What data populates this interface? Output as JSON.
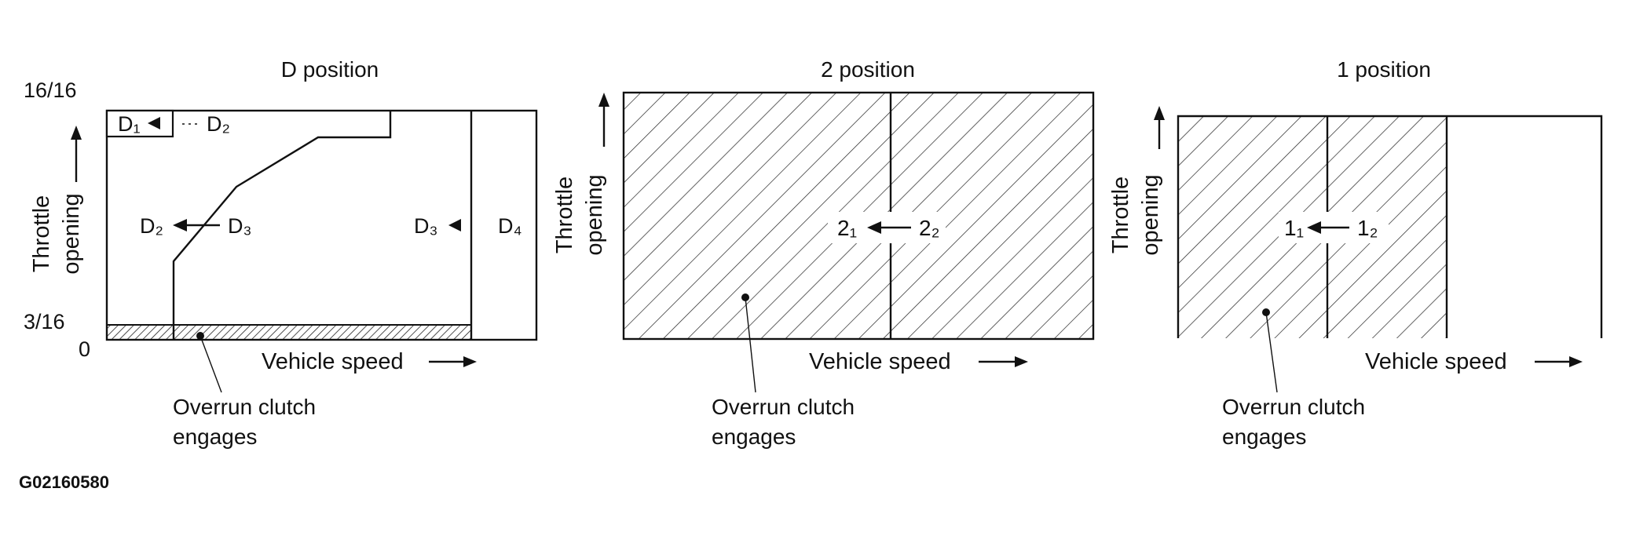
{
  "figure_id": "G02160580",
  "panels": [
    {
      "title": "D position",
      "y_top_label": "16/16",
      "y_mid_label": "3/16",
      "y_zero_label": "0",
      "ylabel_line1": "Throttle",
      "ylabel_line2": "opening",
      "xlabel": "Vehicle speed",
      "shift_labels": {
        "d1": "D₁",
        "d2_upper": "D₂",
        "d2_left": "D₂",
        "d3_mid": "D₃",
        "d3_right": "D₃",
        "d4": "D₄"
      },
      "callout_line1": "Overrun clutch",
      "callout_line2": "engages"
    },
    {
      "title": "2 position",
      "ylabel_line1": "Throttle",
      "ylabel_line2": "opening",
      "xlabel": "Vehicle speed",
      "shift_from": "2₂",
      "shift_to": "2₁",
      "callout_line1": "Overrun clutch",
      "callout_line2": "engages"
    },
    {
      "title": "1 position",
      "ylabel_line1": "Throttle",
      "ylabel_line2": "opening",
      "xlabel": "Vehicle speed",
      "shift_from": "1₂",
      "shift_to": "1₁",
      "callout_line1": "Overrun clutch",
      "callout_line2": "engages"
    }
  ],
  "colors": {
    "ink": "#111111",
    "background": "#ffffff"
  }
}
